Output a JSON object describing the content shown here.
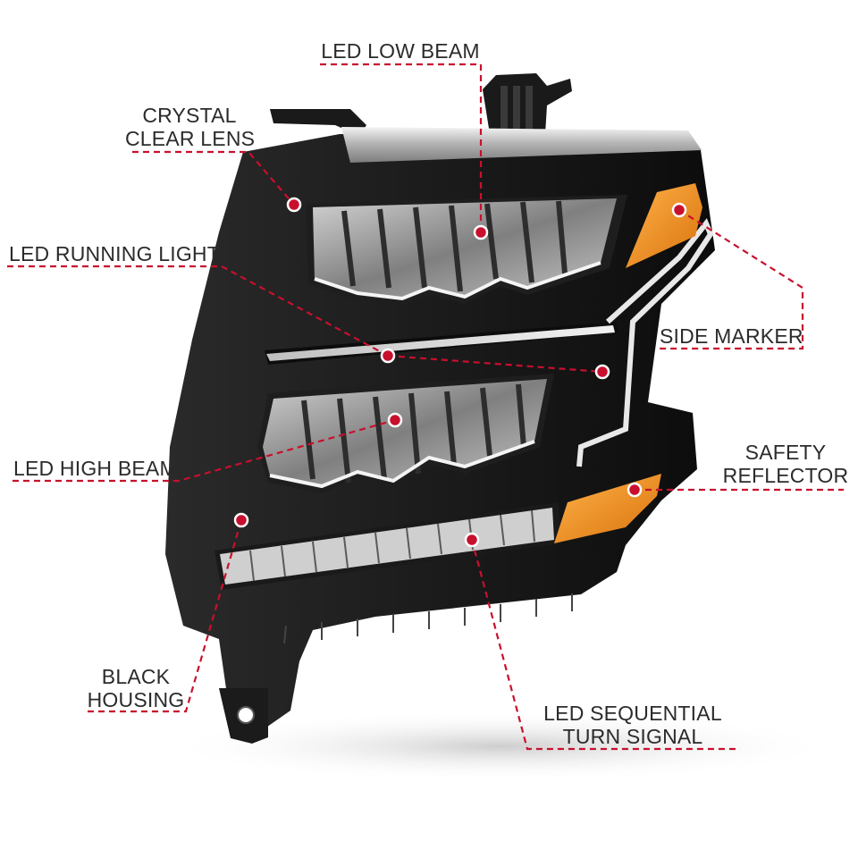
{
  "labels": {
    "low_beam": "LED LOW BEAM",
    "crystal_lens": [
      "CRYSTAL",
      "CLEAR LENS"
    ],
    "running_light": "LED RUNNING LIGHT",
    "side_marker": "SIDE MARKER",
    "high_beam": "LED HIGH BEAM",
    "safety_reflector": [
      "SAFETY",
      "REFLECTOR"
    ],
    "black_housing": [
      "BLACK",
      "HOUSING"
    ],
    "turn_signal": [
      "LED SEQUENTIAL",
      "TURN SIGNAL"
    ]
  },
  "colors": {
    "callout": "#c8102e",
    "housing": "#141414",
    "amber": "#f0901a",
    "chrome": "#c9c9c9",
    "text": "#2b2b2b"
  }
}
